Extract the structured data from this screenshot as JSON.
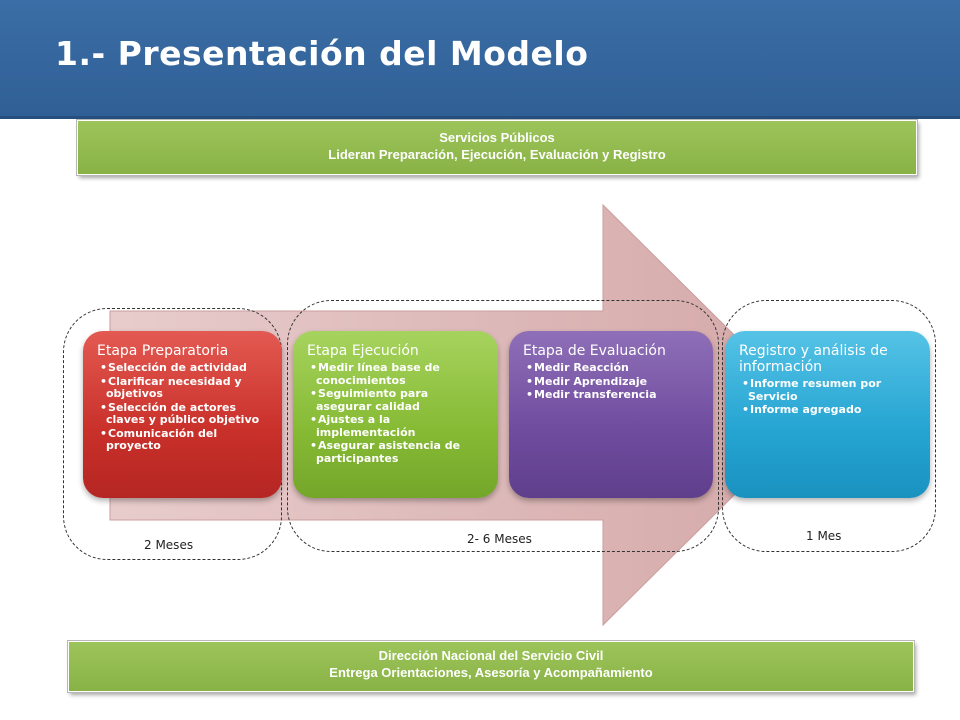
{
  "header": {
    "title": "1.- Presentación del Modelo"
  },
  "top_band": {
    "line1": "Servicios Públicos",
    "line2": "Lideran Preparación, Ejecución, Evaluación y Registro"
  },
  "bottom_band": {
    "line1": "Dirección Nacional del Servicio Civil",
    "line2": "Entrega Orientaciones, Asesoría y Acompañamiento"
  },
  "stages": [
    {
      "title": "Etapa Preparatoria",
      "items": [
        "Selección de actividad",
        "Clarificar necesidad y objetivos",
        "Selección de actores claves y público objetivo",
        "Comunicación del proyecto"
      ]
    },
    {
      "title": "Etapa Ejecución",
      "items": [
        "Medir línea base de conocimientos",
        "Seguimiento para asegurar calidad",
        "Ajustes a la implementación",
        "Asegurar asistencia de participantes"
      ]
    },
    {
      "title": "Etapa de Evaluación",
      "items": [
        "Medir Reacción",
        "Medir Aprendizaje",
        "Medir transferencia"
      ]
    },
    {
      "title": "Registro y análisis de información",
      "items": [
        "Informe resumen por Servicio",
        "Informe agregado"
      ]
    }
  ],
  "durations": [
    "2 Meses",
    "2- 6 Meses",
    "1 Mes"
  ],
  "colors": {
    "header": "#3b6ea6",
    "band": "#92bb50",
    "arrow": "#dcb4b4",
    "stage_red": "#c9302a",
    "stage_green": "#86ba34",
    "stage_purple": "#6f4c9e",
    "stage_cyan": "#25a4d2"
  }
}
